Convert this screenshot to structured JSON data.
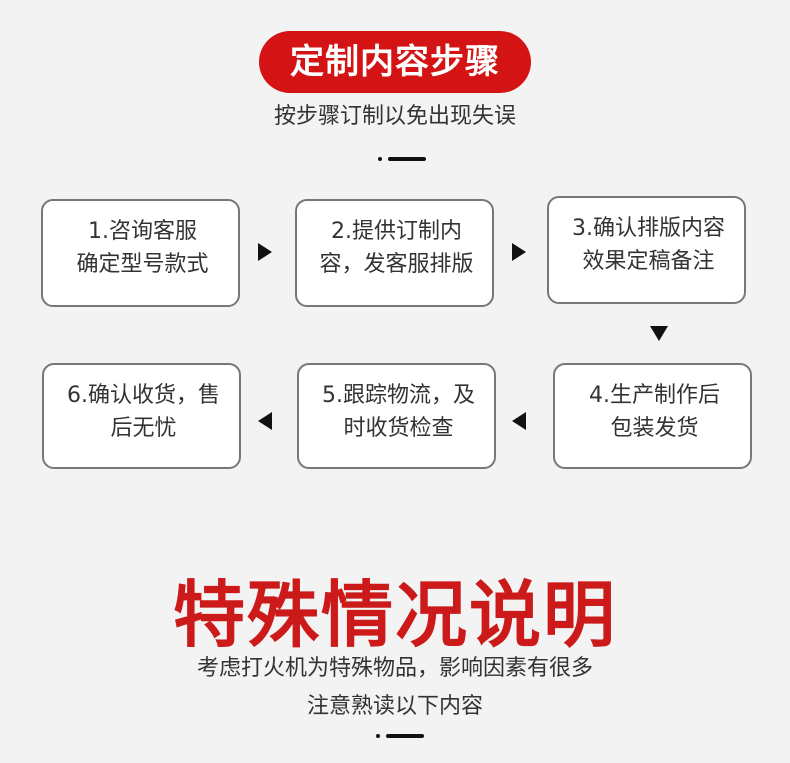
{
  "header": {
    "title": "定制内容步骤",
    "subtitle": "按步骤订制以免出现失误"
  },
  "steps": [
    {
      "text": "1.咨询客服\n确定型号款式"
    },
    {
      "text": "2.提供订制内\n容，发客服排版"
    },
    {
      "text": "3.确认排版内容\n效果定稿备注"
    },
    {
      "text": "4.生产制作后\n包装发货"
    },
    {
      "text": "5.跟踪物流，及\n时收货检查"
    },
    {
      "text": "6.确认收货，售\n后无忧"
    }
  ],
  "notice": {
    "title": "特殊情况说明",
    "line1": "考虑打火机为特殊物品，影响因素有很多",
    "line2": "注意熟读以下内容"
  },
  "colors": {
    "accent_red": "#d41414",
    "title_red": "#cc1a1a",
    "background": "#f3f3f3",
    "box_border": "#777777"
  }
}
